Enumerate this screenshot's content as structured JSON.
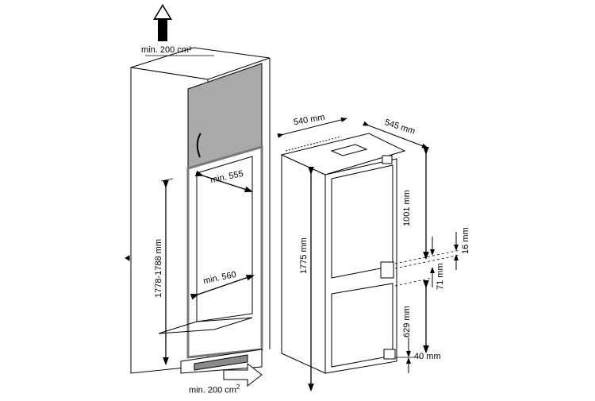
{
  "labels": {
    "vent_top": "min. 200 cm²",
    "vent_bottom": "min. 200 cm",
    "vent_bottom_sup": "2",
    "niche_width_top": "min. 555",
    "niche_width_mid": "min. 560",
    "niche_height": "1778-1788 mm",
    "appliance_width": "540 mm",
    "appliance_depth": "545 mm",
    "appliance_height": "1775 mm",
    "upper_door": "1001 mm",
    "lower_door": "629 mm",
    "gap_16": "16 mm",
    "gap_71": "71 mm",
    "bottom_40": "40 mm"
  },
  "colors": {
    "line": "#000000",
    "cabinet_fill": "#ffffff",
    "upper_door_fill": "#a9a9a9",
    "niche_frame": "#7a7a7a",
    "vent_grille": "#8a8a8a"
  },
  "icons": {
    "airflow_out": "arrow-up-icon",
    "airflow_in": "arrow-right-icon"
  }
}
